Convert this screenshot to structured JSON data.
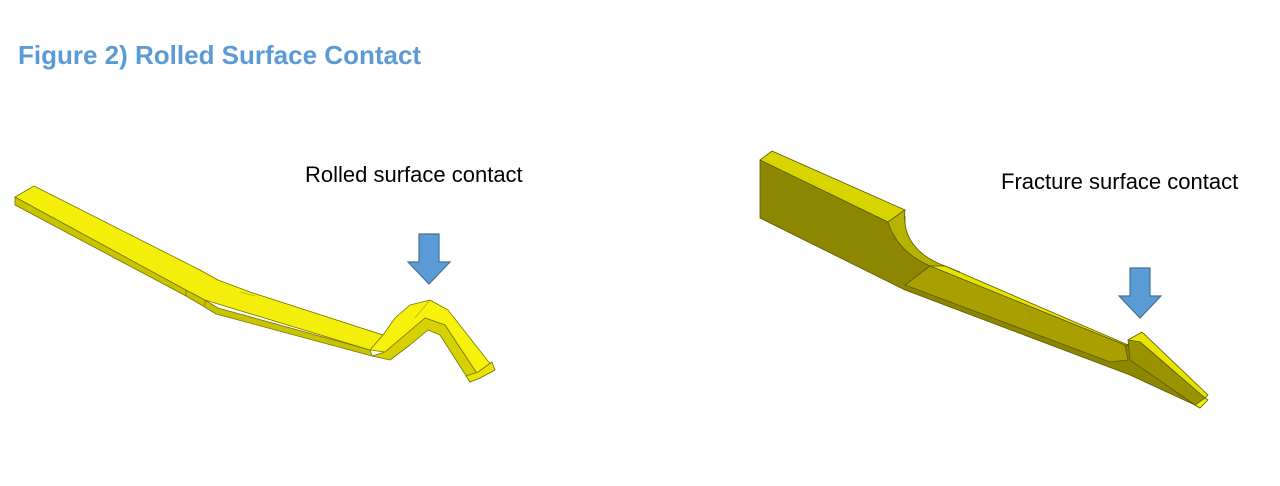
{
  "figure": {
    "title": "Figure 2) Rolled Surface Contact"
  },
  "left_part": {
    "label": "Rolled surface contact",
    "arrow_icon": "down-arrow-icon",
    "part_color": "#f2ee00"
  },
  "right_part": {
    "label": "Fracture surface contact",
    "arrow_icon": "down-arrow-icon",
    "part_color": "#8c8600"
  },
  "colors": {
    "title": "#5b9bd5",
    "arrow": "#5b9bd5",
    "arrow_outline": "#41719c"
  }
}
